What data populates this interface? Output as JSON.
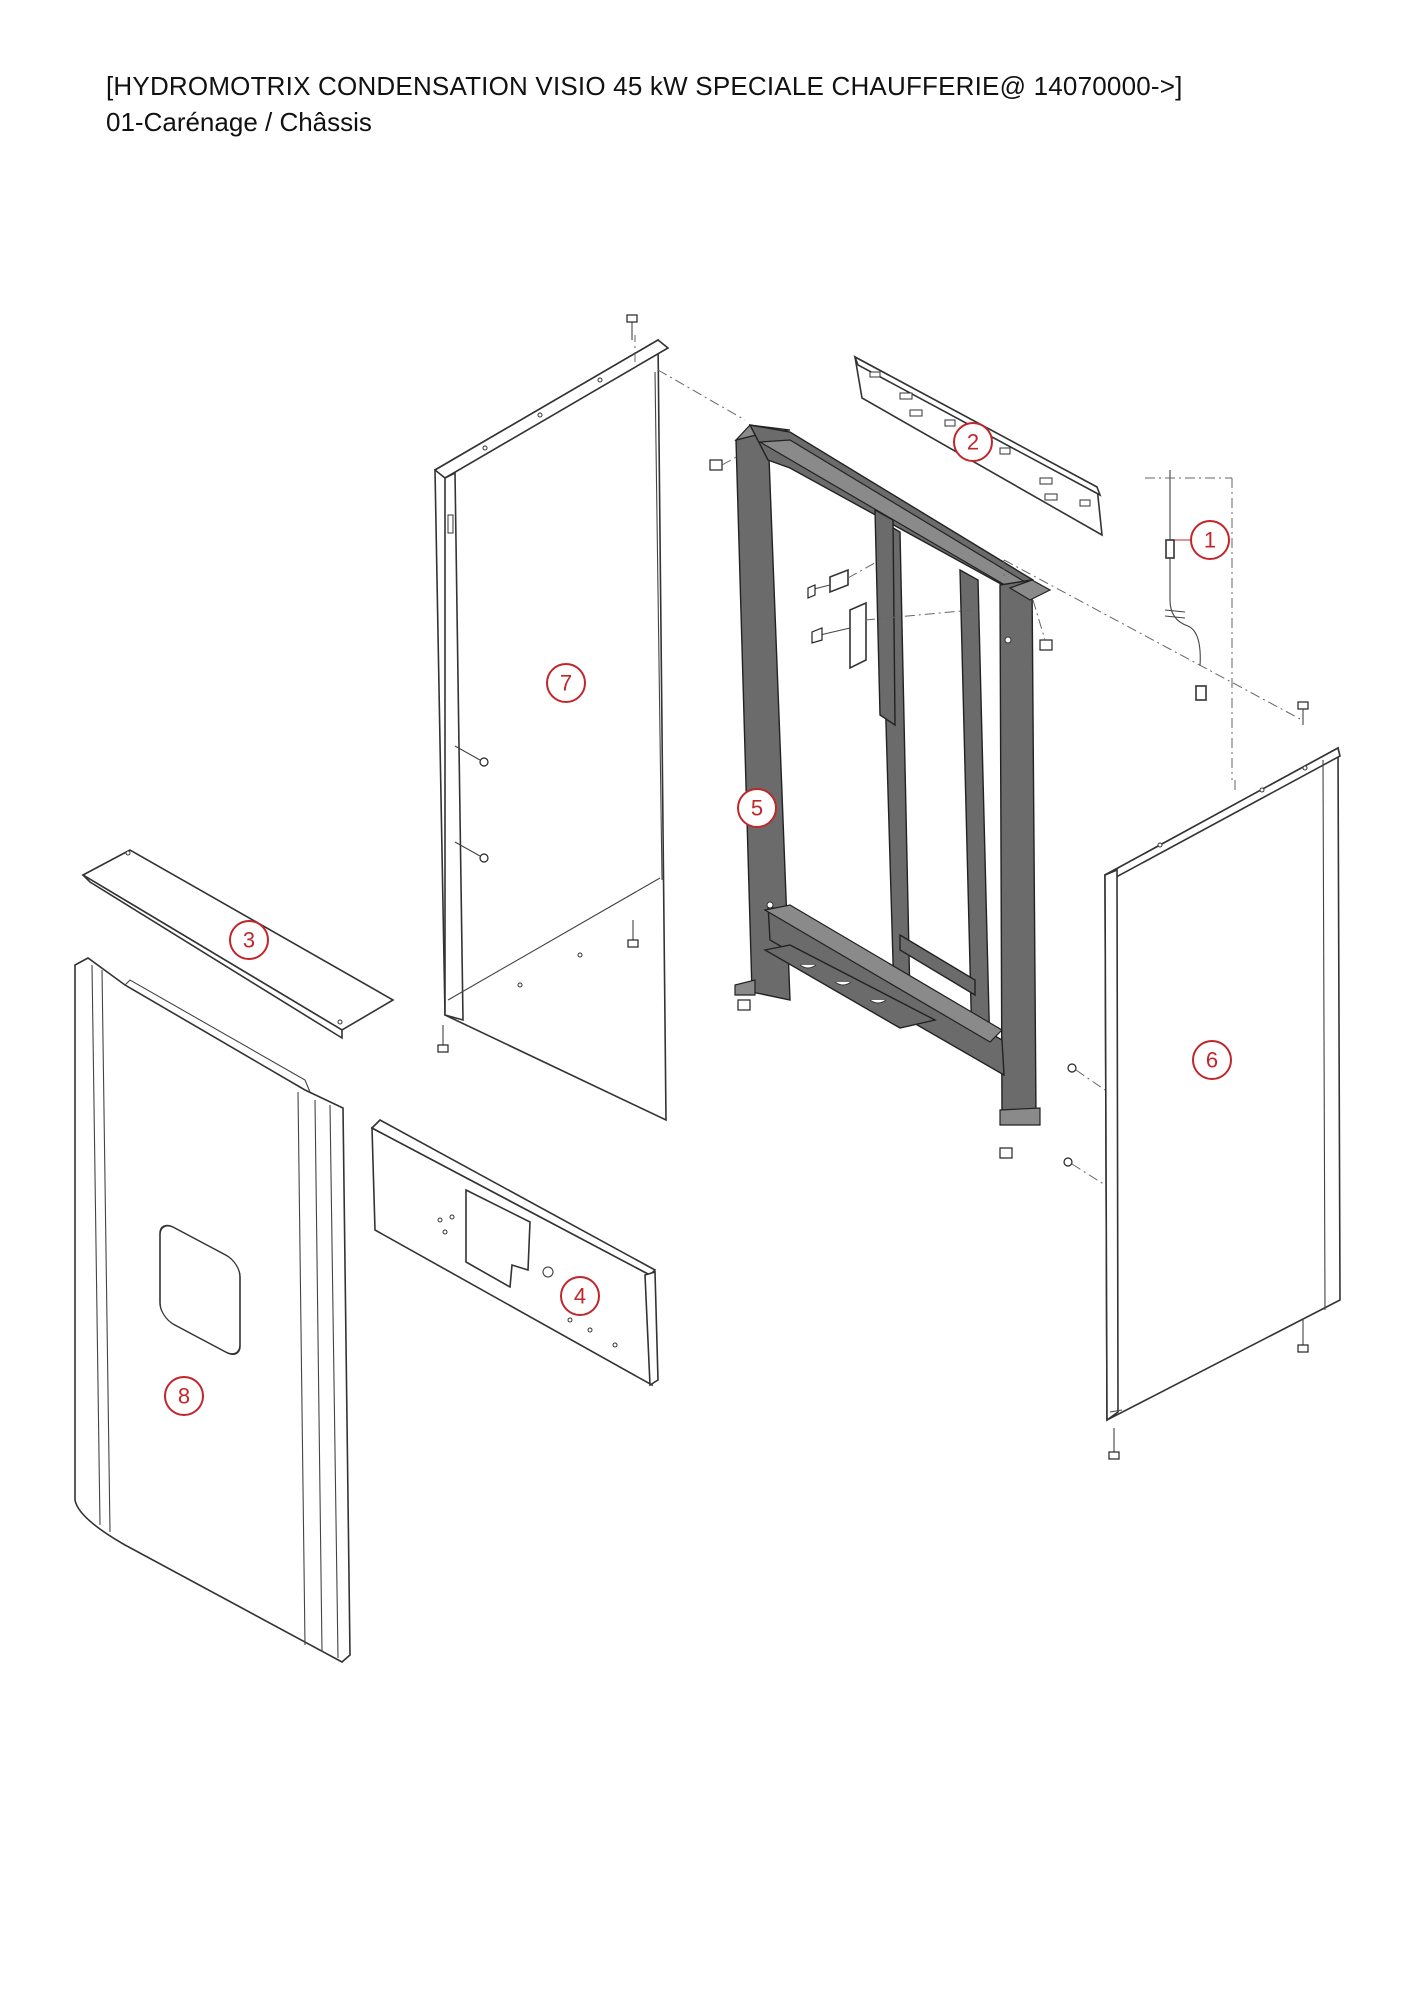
{
  "header": {
    "title": "[HYDROMOTRIX CONDENSATION VISIO 45 kW SPECIALE CHAUFFERIE@ 14070000->]",
    "subtitle": "01-Carénage / Châssis"
  },
  "callouts": [
    {
      "id": "callout-1",
      "label": "1"
    },
    {
      "id": "callout-2",
      "label": "2"
    },
    {
      "id": "callout-3",
      "label": "3"
    },
    {
      "id": "callout-4",
      "label": "4"
    },
    {
      "id": "callout-5",
      "label": "5"
    },
    {
      "id": "callout-6",
      "label": "6"
    },
    {
      "id": "callout-7",
      "label": "7"
    },
    {
      "id": "callout-8",
      "label": "8"
    }
  ],
  "colors": {
    "callout": "#c0262a",
    "frame": "#6b6b6b",
    "line": "#333333"
  }
}
